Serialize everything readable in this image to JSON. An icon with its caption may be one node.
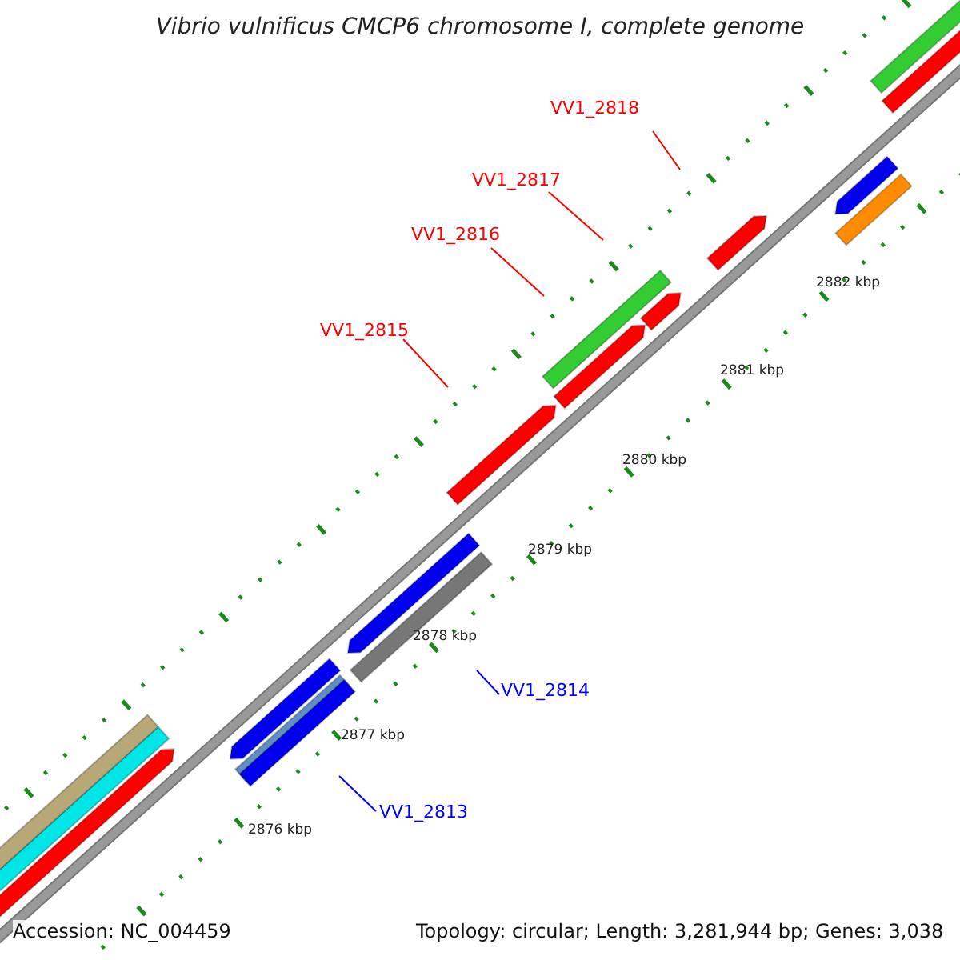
{
  "diagram": {
    "title": "Vibrio vulnificus CMCP6 chromosome I, complete genome",
    "nodes": [
      {
        "text": [
          "VV1_2818"
        ]
      },
      {
        "text": [
          "VV1_2817"
        ]
      },
      {
        "text": [
          "VV1_2816"
        ]
      },
      {
        "text": [
          "VV1_2815"
        ]
      },
      {
        "text": [
          "VV1_2814"
        ]
      },
      {
        "text": [
          "VV1_2813"
        ]
      }
    ],
    "edges": [
      {
        "from": 0,
        "to": null,
        "arrow": "none"
      },
      {
        "from": 1,
        "to": null,
        "arrow": "none"
      },
      {
        "from": 2,
        "to": null,
        "arrow": "none"
      },
      {
        "from": 3,
        "to": null,
        "arrow": "none"
      },
      {
        "from": 4,
        "to": null,
        "arrow": "none",
        "color": "#0000ff"
      },
      {
        "from": 5,
        "to": null,
        "arrow": "none",
        "color": "#0000ff"
      }
    ],
    "labels": [
      "2882 kbp",
      "2881 kbp",
      "2880 kbp",
      "2879 kbp",
      "2878 kbp",
      "2877 kbp",
      "2876 kbp",
      "Accession: NC_004459",
      "Topology: circular; Length: 3,281,944 bp; Genes: 3,038"
    ]
  }
}
